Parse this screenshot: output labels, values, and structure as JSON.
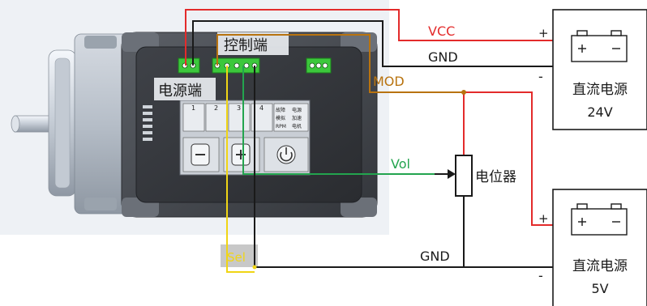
{
  "labels": {
    "vcc": "VCC",
    "gnd_top": "GND",
    "mod": "MOD",
    "control_port": "控制端",
    "power_port": "电源端",
    "vol": "Vol",
    "potentiometer": "电位器",
    "sel": "Sel",
    "gnd_bottom": "GND"
  },
  "supply_24v": {
    "name": "直流电源",
    "voltage": "24V",
    "plus_terminal": "+",
    "minus_terminal": "-"
  },
  "supply_5v": {
    "name": "直流电源",
    "voltage": "5V",
    "plus_terminal": "+",
    "minus_terminal": "-"
  },
  "panel": {
    "digits": [
      "1",
      "2",
      "3",
      "4"
    ],
    "indicators": [
      "故障",
      "电源",
      "模拟",
      "加速",
      "RPM",
      "电机"
    ]
  },
  "colors": {
    "vcc_wire": "#e32b2b",
    "gnd_wire": "#1a1a1a",
    "mod_wire": "#b8730f",
    "vol_wire": "#23a44e",
    "sel_wire": "#f0d515",
    "connector": "#3cc83c"
  }
}
